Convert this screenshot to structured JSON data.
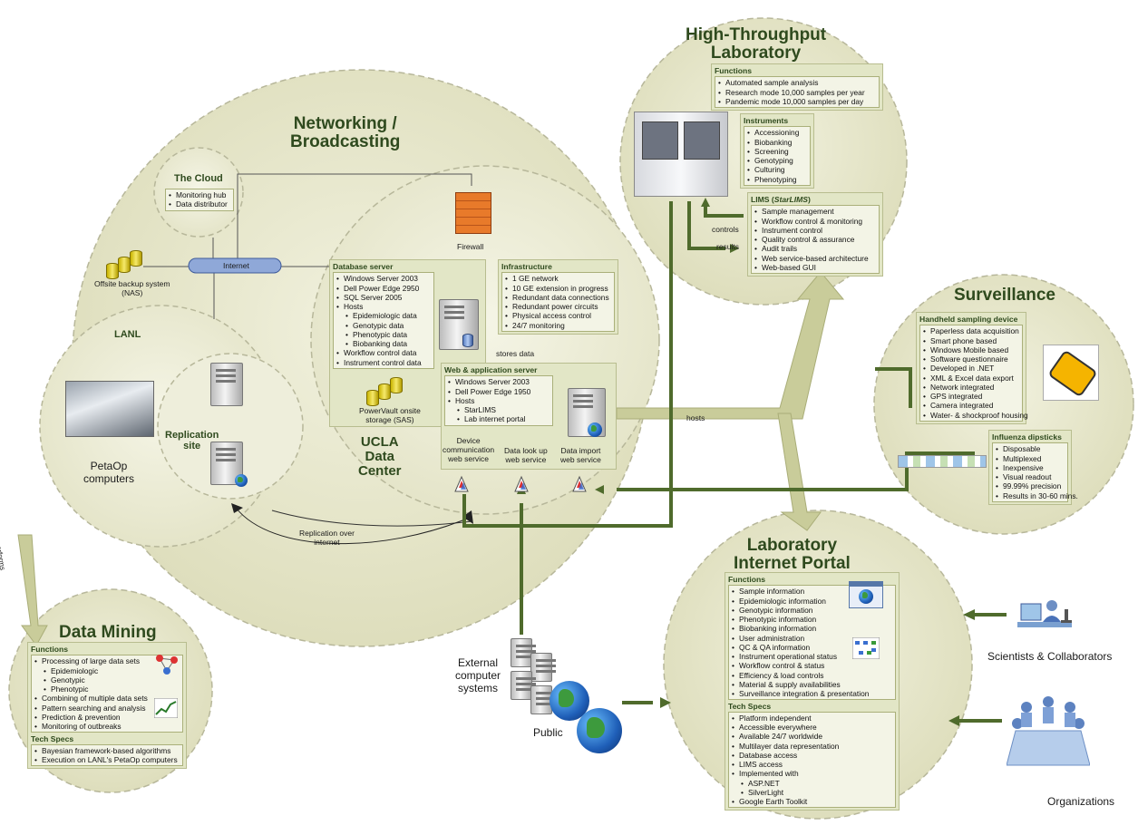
{
  "regions": {
    "networking": "Networking /\nBroadcasting",
    "cloud": {
      "title": "The Cloud",
      "items": [
        "Monitoring hub",
        "Data distributor"
      ]
    },
    "internet": "Internet",
    "offsite_backup": "Offsite backup system\n(NAS)",
    "lanl": "LANL",
    "replication_site": "Replication\nsite",
    "petaop": "PetaOp\ncomputers",
    "performs": "performs",
    "replication_over_internet": "Replication over\ninternet",
    "firewall": "Firewall",
    "ucla": "UCLA\nData\nCenter",
    "stores_data": "stores data",
    "powervault": "PowerVault onsite\nstorage (SAS)",
    "hosts": "hosts",
    "controls": "controls",
    "results": "results",
    "external": "External\ncomputer\nsystems",
    "public": "Public",
    "scientists": "Scientists & Collaborators",
    "organizations": "Organizations"
  },
  "database_server": {
    "title": "Database server",
    "items": [
      "Windows Server 2003",
      "Dell Power Edge 2950",
      "SQL Server 2005",
      "Hosts"
    ],
    "sub_items": [
      "Epidemiologic data",
      "Genotypic data",
      "Phenotypic data",
      "Biobanking data"
    ],
    "items2": [
      "Workflow control data",
      "Instrument control data"
    ]
  },
  "infrastructure": {
    "title": "Infrastructure",
    "items": [
      "1 GE network",
      "10 GE extension in progress",
      "Redundant data connections",
      "Redundant power circuits",
      "Physical access control",
      "24/7 monitoring"
    ]
  },
  "web_server": {
    "title": "Web & application server",
    "items": [
      "Windows Server 2003",
      "Dell Power Edge 1950",
      "Hosts"
    ],
    "sub_items": [
      "StarLIMS",
      "Lab internet portal"
    ]
  },
  "web_services": [
    "Device\ncommunication\nweb service",
    "Data look up\nweb service",
    "Data import\nweb service"
  ],
  "htl": {
    "title": "High-Throughput\nLaboratory",
    "functions_title": "Functions",
    "functions": [
      "Automated sample analysis",
      "Research mode 10,000 samples per year",
      "Pandemic mode 10,000 samples per day"
    ],
    "instruments_title": "Instruments",
    "instruments": [
      "Accessioning",
      "Biobanking",
      "Screening",
      "Genotyping",
      "Culturing",
      "Phenotyping"
    ],
    "lims_title": "LIMS (",
    "lims_title_italic": "StarLIMS",
    "lims_title_end": ")",
    "lims": [
      "Sample management",
      "Workflow control & monitoring",
      "Instrument control",
      "Quality control & assurance",
      "Audit trails",
      "Web service-based architecture",
      "Web-based GUI"
    ]
  },
  "surveillance": {
    "title": "Surveillance",
    "device_title": "Handheld sampling device",
    "device": [
      "Paperless data acquisition",
      "Smart phone based",
      "Windows Mobile based",
      "Software questionnaire",
      "Developed in .NET",
      "XML & Excel data export",
      "Network integrated",
      "GPS integrated",
      "Camera integrated",
      "Water- & shockproof housing"
    ],
    "dipsticks_title": "Influenza dipsticks",
    "dipsticks": [
      "Disposable",
      "Multiplexed",
      "Inexpensive",
      "Visual readout",
      "99.99% precision",
      "Results in 30-60 mins."
    ]
  },
  "data_mining": {
    "title": "Data Mining",
    "functions_title": "Functions",
    "functions": [
      "Processing of large data sets"
    ],
    "functions_sub": [
      "Epidemiologic",
      "Genotypic",
      "Phenotypic"
    ],
    "functions2": [
      "Combining of multiple data sets",
      "Pattern searching and analysis",
      "Prediction & prevention",
      "Monitoring of outbreaks"
    ],
    "tech_title": "Tech Specs",
    "tech": [
      "Bayesian framework-based algorithms",
      "Execution on LANL's PetaOp computers"
    ]
  },
  "portal": {
    "title": "Laboratory\nInternet Portal",
    "functions_title": "Functions",
    "functions": [
      "Sample information",
      "Epidemiologic information",
      "Genotypic information",
      "Phenotypic information",
      "Biobanking information",
      "User administration",
      "QC & QA information",
      "Instrument operational status",
      "Workflow control & status",
      "Efficiency & load controls",
      "Material & supply availabilities",
      "Surveillance integration & presentation"
    ],
    "tech_title": "Tech Specs",
    "tech": [
      "Platform independent",
      "Accessible everywhere",
      "Available 24/7 worldwide",
      "Multilayer data representation",
      "Database access",
      "LIMS access",
      "Implemented with"
    ],
    "tech_sub": [
      "ASP.NET",
      "SilverLight"
    ],
    "tech2": [
      "Google Earth Toolkit"
    ]
  },
  "colors": {
    "circle_fill": "#e6e6cc",
    "circle_stroke": "#b7b79a",
    "arrow_dark": "#4f6b2c",
    "arrow_light": "#c9cc9a",
    "title": "#2f4a1e"
  }
}
